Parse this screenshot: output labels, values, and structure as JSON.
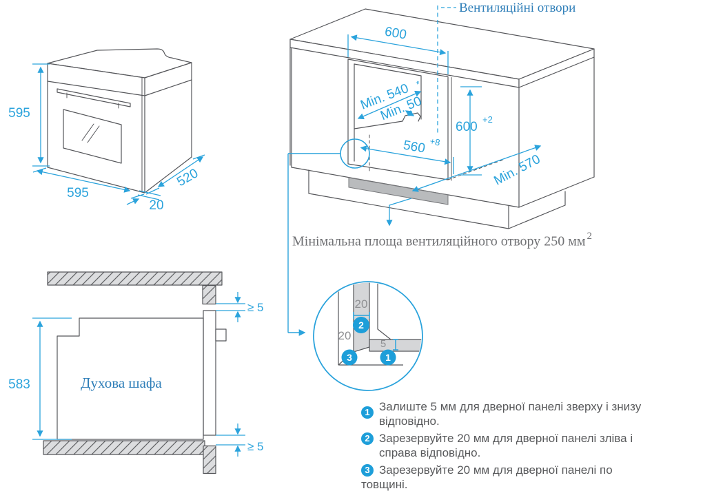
{
  "colors": {
    "dim_blue": "#2BA3DC",
    "serif_blue": "#2E7EB8",
    "line_gray": "#55565a",
    "hatch_fill": "#dcdddf",
    "vent_strip_fill": "#b9bbbd",
    "note_text": "#58595b",
    "caption_gray": "#717275",
    "badge_blue": "#1D9ED9"
  },
  "oven": {
    "dim_height": "595",
    "dim_width": "595",
    "dim_depth": "520",
    "dim_door": "20"
  },
  "cabinet": {
    "vent_label": "Вентиляційні отвори",
    "dim_top_width": "600",
    "dim_min_depth": "Min. 540",
    "dim_min_depth_sup": "*",
    "dim_min_gap": "Min. 50",
    "dim_niche_width": "560",
    "dim_niche_width_sup": "+8",
    "dim_niche_height": "600",
    "dim_niche_height_sup": "+2",
    "dim_min_side": "Min. 570",
    "vent_area_caption": "Мінімальна площа вентиляційного отвору 250 мм",
    "vent_area_caption_sup": "2"
  },
  "section": {
    "dim_height": "583",
    "oven_label": "Духова шафа",
    "dim_gap_top": "≥ 5",
    "dim_gap_bottom": "≥ 5"
  },
  "detail": {
    "dim_width_top": "20",
    "dim_width_left": "20",
    "dim_gap": "5",
    "badge_1": "1",
    "badge_2": "2",
    "badge_3": "3"
  },
  "notes": [
    {
      "badge": "1",
      "line1": "Залиште 5 мм для дверної панелі зверху і знизу",
      "line2": "відповідно."
    },
    {
      "badge": "2",
      "line1": "Зарезервуйте 20 мм для дверної панелі зліва і",
      "line2": "справа відповідно."
    },
    {
      "badge": "3",
      "line1": "Зарезервуйте 20 мм для дверної панелі по",
      "line2": "товщині."
    }
  ]
}
